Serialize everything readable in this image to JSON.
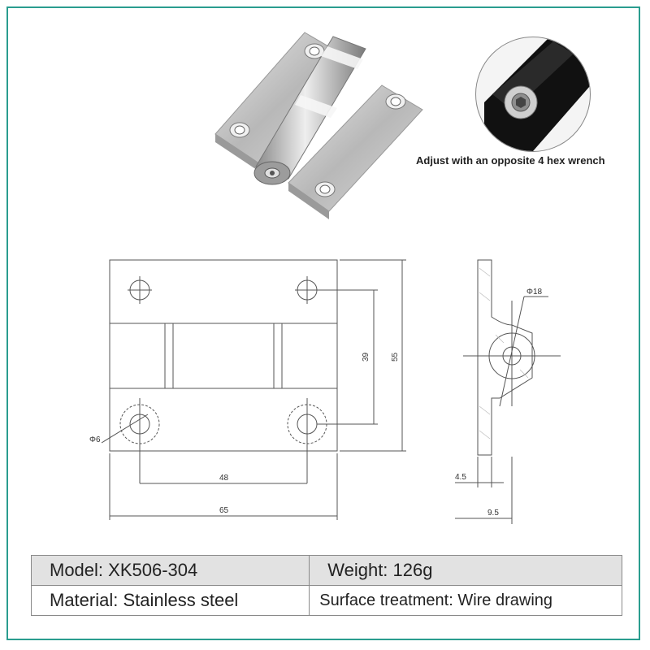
{
  "caption": "Adjust with an opposite 4 hex wrench",
  "dimensions": {
    "front_width": "65",
    "hole_spacing_h": "48",
    "hole_diameter": "Φ6",
    "height": "55",
    "hole_spacing_v": "39",
    "barrel_diameter": "Φ18",
    "plate_thickness": "4.5",
    "side_width": "9.5"
  },
  "specs": {
    "model": "Model: XK506-304",
    "weight": "Weight: 126g",
    "material": "Material: Stainless steel",
    "surface": "Surface treatment: Wire drawing"
  },
  "colors": {
    "border": "#2a9d8f",
    "header_row": "#e2e2e2",
    "steel": "#c9c9c9"
  }
}
